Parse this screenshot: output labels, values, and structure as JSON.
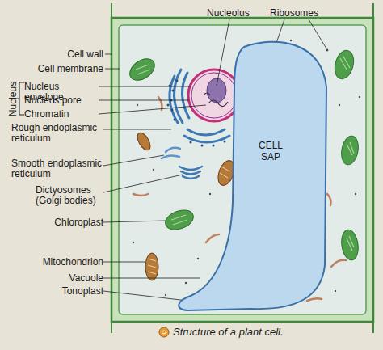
{
  "diagram": {
    "caption": "Structure of a plant cell.",
    "nodes": [
      {
        "text": [
          "CELL SAP"
        ]
      }
    ],
    "labels": [
      "Nucleolus",
      "Ribosomes",
      "Cell wall",
      "Cell membrane",
      "Nucleus",
      "Nucleus envelope",
      "Nucleus pore",
      "Chromatin",
      "Rough endoplasmic reticulum",
      "Smooth endoplasmic reticulum",
      "Dictyosomes (Golgi bodies)",
      "Chloroplast",
      "Mitochondrion",
      "Vacuole",
      "Tonoplast"
    ]
  }
}
